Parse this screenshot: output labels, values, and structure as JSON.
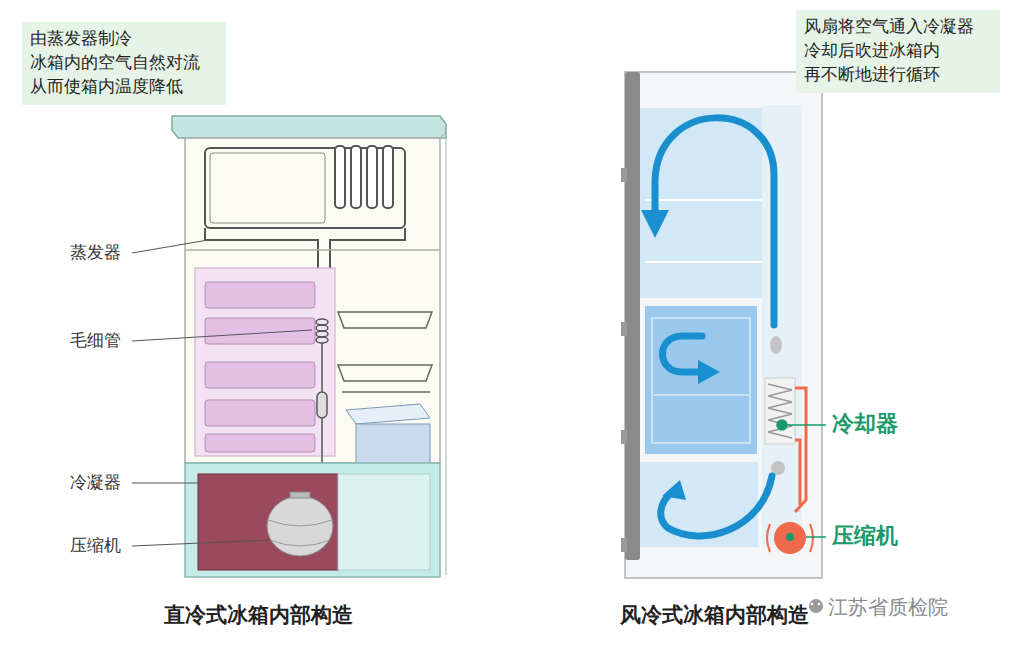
{
  "diagram": {
    "nodes": [
      {
        "text": [
          "由蒸发器制冷 冰箱内的空气自然对流 从而使箱内温度降低"
        ]
      },
      {
        "text": [
          "风扇将空气通入冷凝器 冷却后吹进冰箱内 再不断地进行循环"
        ]
      }
    ],
    "labels": [
      "蒸发器",
      "毛细管",
      "冷凝器",
      "压缩机",
      "直冷式冰箱内部构造",
      "冷却器",
      "压缩机",
      "风冷式冰箱内部构造",
      "江苏省质检院"
    ]
  }
}
